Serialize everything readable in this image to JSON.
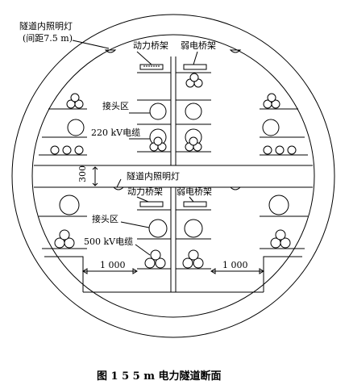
{
  "labels": {
    "tunnel_light": "隧道内照明灯",
    "light_spacing": "(间距7.5 m)",
    "power_tray_upper": "动力桥架",
    "weak_tray_upper": "弱电桥架",
    "joint_zone_upper": "接头区",
    "cable_220": "220 kV电缆",
    "dim_300": "300",
    "tunnel_light_mid": "隧道内照明灯",
    "power_tray_lower": "动力桥架",
    "weak_tray_lower": "弱电桥架",
    "joint_zone_lower": "接头区",
    "cable_500": "500 kV电缆",
    "dim_left": "1 000",
    "dim_right": "1 000"
  },
  "caption": "图 1   5 5 m 电力隧道断面"
}
